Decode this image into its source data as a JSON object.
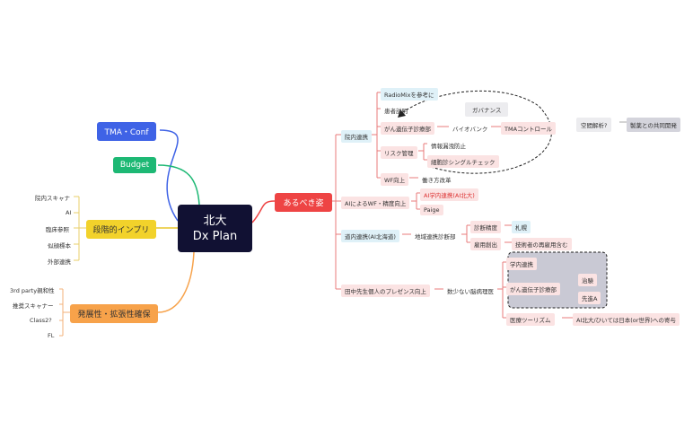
{
  "root": {
    "line1": "北大",
    "line2": "Dx Plan"
  },
  "left": {
    "tma": "TMA・Conf",
    "budget": "Budget",
    "staged": "段階的インプリ",
    "staged_items": [
      "院内スキャナ",
      "AI",
      "臨床参照",
      "似顔標本",
      "外部連携"
    ],
    "expand": "発展性・拡張性確保",
    "expand_items": [
      "3rd party親和性",
      "推奨スキャナー",
      "Class2?",
      "FL"
    ]
  },
  "right": {
    "ideal": "あるべき姿",
    "innai": "院内連携",
    "radiomix": "RadioMixを参考に",
    "patient": "患者説明",
    "gan_idenshi": "がん遺伝子診療部",
    "biobank": "バイオバンク",
    "tma_control": "TMAコントロール",
    "governance": "ガバナンス",
    "risk": "リスク管理",
    "risk1": "情報漏洩防止",
    "risk2": "細胞診シングルチェック",
    "wf": "WF向上",
    "workstyle": "働き方改革",
    "ai_wf": "AIによるWF・精度向上",
    "ai_gakunai": "AI学内連携(AI北大)",
    "paige": "Paige",
    "dounai": "道内連携(AI北海道)",
    "chiiki": "地域連携診断部",
    "seido": "診断精度",
    "sapporo": "札幌",
    "koyou": "雇用創出",
    "gijutsu": "技術者の再雇用含む",
    "tanaka": "田中先生個人のプレゼンス向上",
    "shosu": "数少ない脳病理医",
    "gakunai": "学内連携",
    "gan2": "がん遺伝子診療部",
    "chiken": "治験",
    "senshin": "先進A",
    "tourism": "医療ツーリズム",
    "tourism_end": "AI北大/ひいては日本(or世界)への寄与",
    "kukan": "空間解析?",
    "kigyo": "製薬との共同開発"
  },
  "colors": {
    "root": "#111133",
    "tma": "#3f63e6",
    "budget": "#1db874",
    "staged": "#f2d22b",
    "expand": "#f7a24a",
    "ideal": "#ee4444",
    "branch_red": "#e87b7b",
    "branch_yellow": "#e8cf6a",
    "branch_orange": "#f3b27a"
  }
}
